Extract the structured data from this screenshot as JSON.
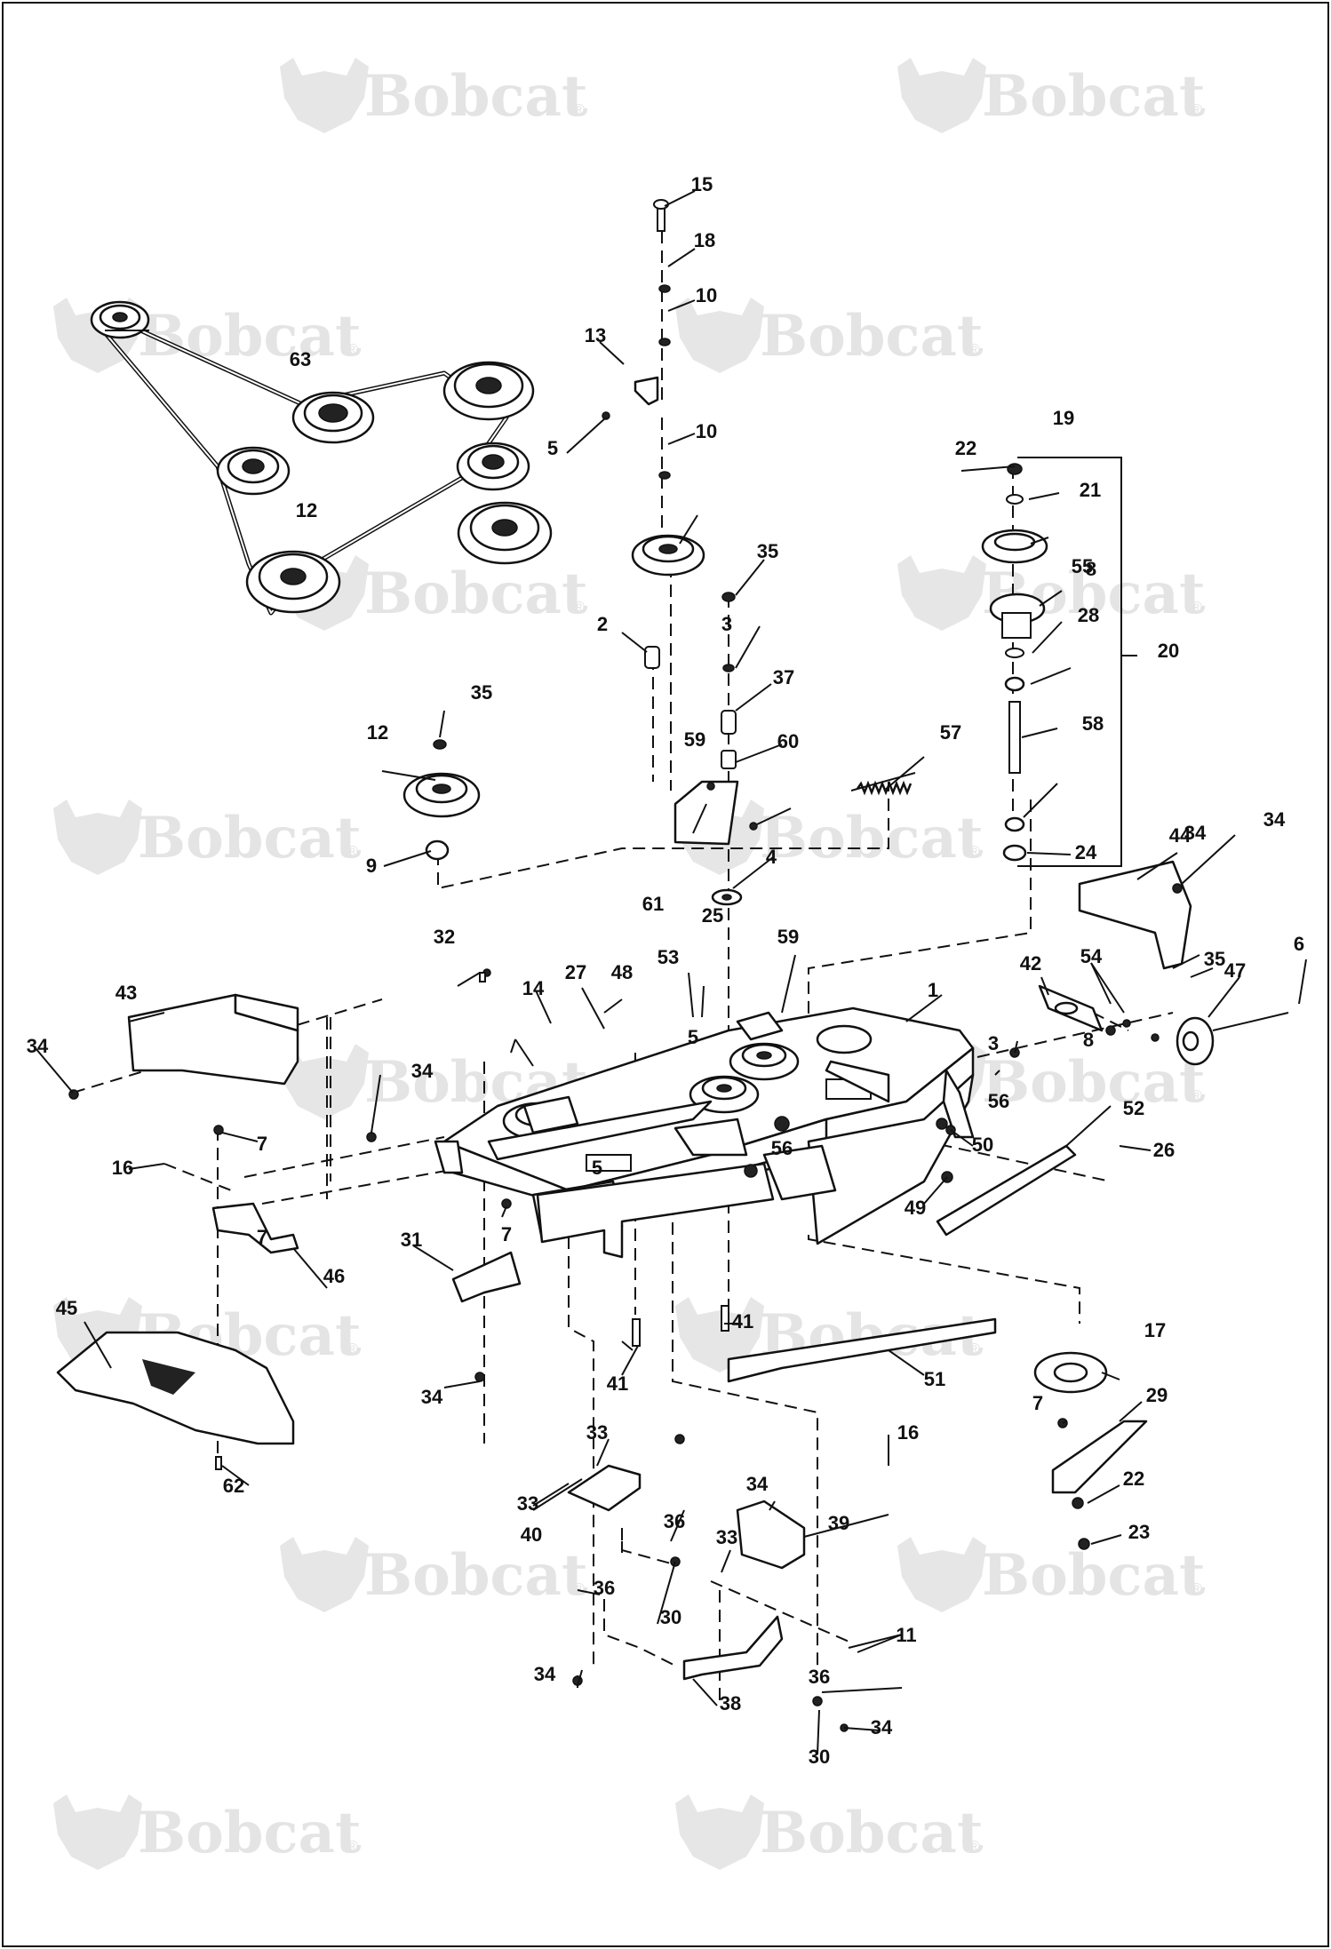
{
  "brand": {
    "watermark_text": "Bobcat",
    "watermark_mark": "®"
  },
  "callouts": [
    "1",
    "2",
    "3",
    "3",
    "4",
    "5",
    "5",
    "5",
    "6",
    "7",
    "7",
    "7",
    "7",
    "8",
    "8",
    "9",
    "10",
    "10",
    "11",
    "12",
    "12",
    "13",
    "14",
    "15",
    "16",
    "16",
    "17",
    "18",
    "19",
    "20",
    "21",
    "22",
    "22",
    "23",
    "24",
    "25",
    "26",
    "27",
    "28",
    "29",
    "30",
    "30",
    "31",
    "32",
    "33",
    "33",
    "33",
    "34",
    "34",
    "34",
    "34",
    "34",
    "34",
    "34",
    "34",
    "35",
    "35",
    "35",
    "36",
    "36",
    "36",
    "37",
    "38",
    "39",
    "40",
    "41",
    "41",
    "42",
    "43",
    "44",
    "45",
    "46",
    "47",
    "48",
    "49",
    "50",
    "51",
    "52",
    "53",
    "54",
    "55",
    "56",
    "56",
    "57",
    "58",
    "59",
    "59",
    "60",
    "61",
    "62",
    "63"
  ]
}
